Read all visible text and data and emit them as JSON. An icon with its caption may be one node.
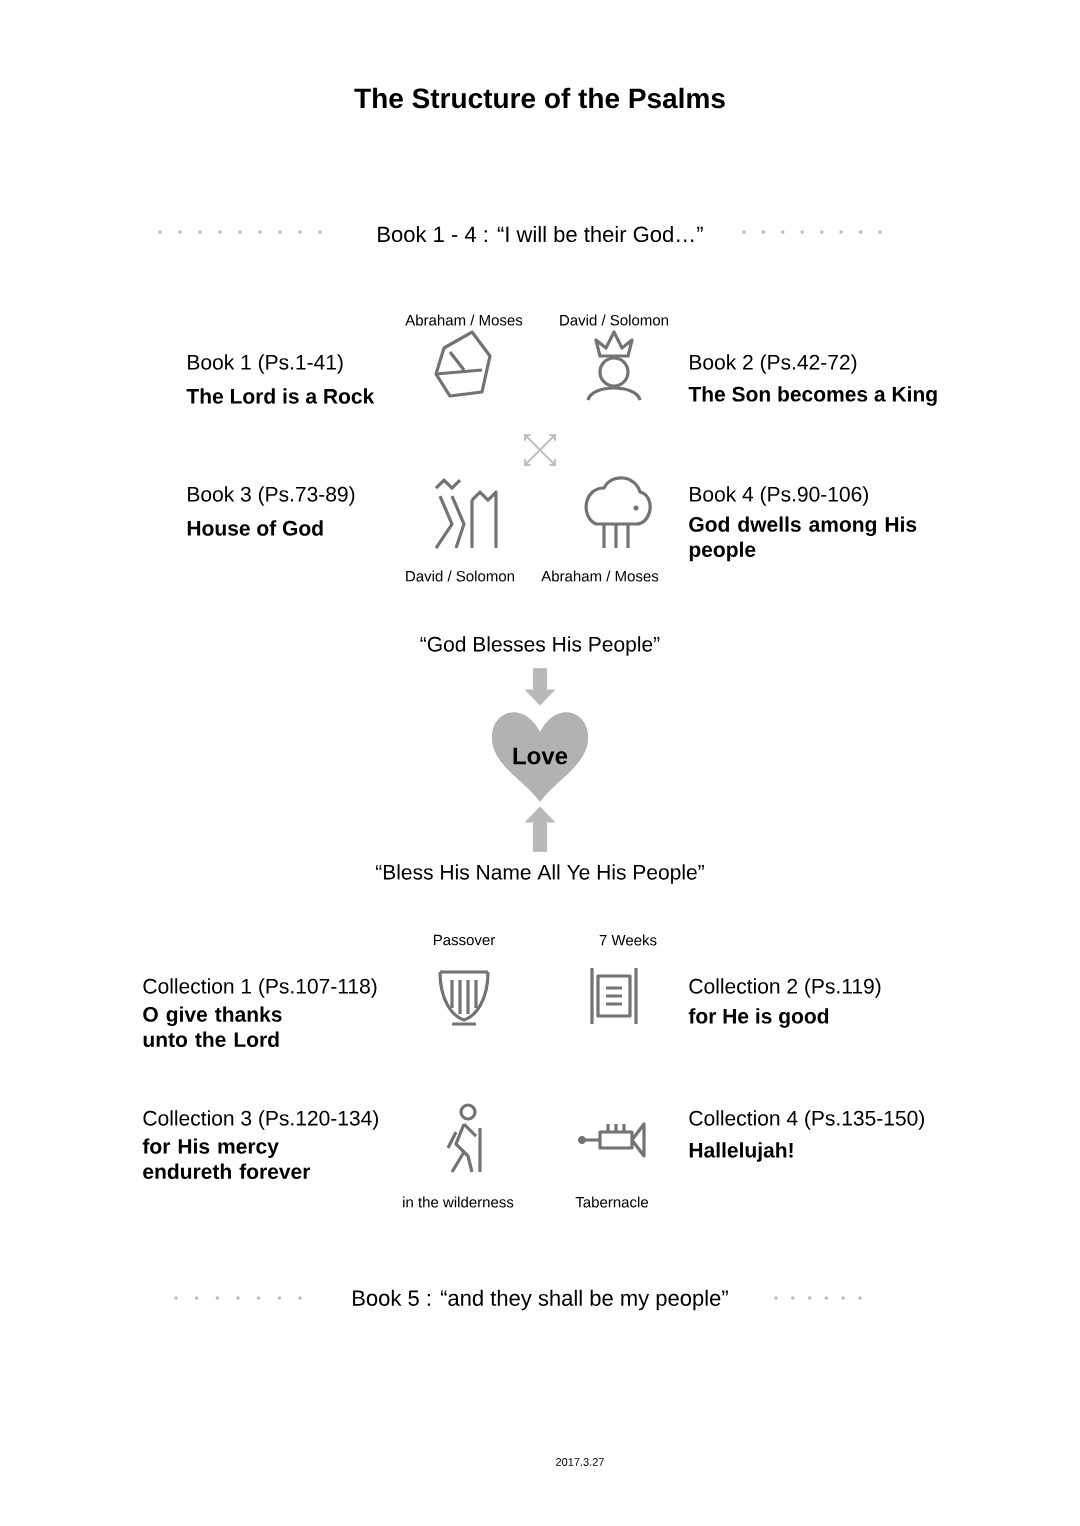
{
  "diagram": {
    "title": "The Structure of the Psalms",
    "nodes": [
      {
        "text": [
          "“God Blesses His People”"
        ]
      },
      {
        "text": [
          "Love"
        ]
      },
      {
        "text": [
          "“Bless His Name All Ye His People”"
        ]
      }
    ],
    "edges": [
      {
        "from": 0,
        "to": 1,
        "arrow": "to"
      },
      {
        "from": 2,
        "to": 1,
        "arrow": "to"
      }
    ],
    "labels": [
      "Book 1 - 4 : “I will be their God…”",
      "Abraham / Moses",
      "David / Solomon",
      "Book 1 (Ps.1-41)",
      "The Lord is a Rock",
      "Book 2 (Ps.42-72)",
      "The Son becomes a King",
      "Book 3 (Ps.73-89)",
      "House of God",
      "Book 4 (Ps.90-106)",
      "God dwells among His people",
      "David / Solomon",
      "Abraham / Moses",
      "Passover",
      "7 Weeks",
      "Collection 1 (Ps.107-118)",
      "O give thanks unto the Lord",
      "Collection 2 (Ps.119)",
      "for He is good",
      "Collection 3 (Ps.120-134)",
      "for His mercy endureth forever",
      "Collection 4 (Ps.135-150)",
      "Hallelujah!",
      "in the wilderness",
      "Tabernacle",
      "Book 5 : “and they shall be my people”",
      "2017.3.27"
    ]
  }
}
